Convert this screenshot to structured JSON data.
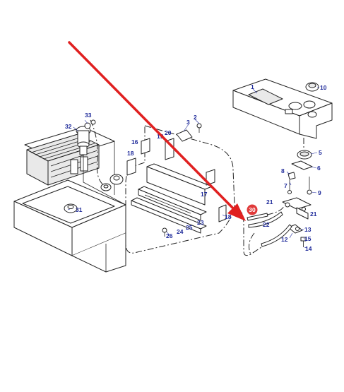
{
  "colors": {
    "arrow": "#e02020",
    "callout_text": "#1e2a9a",
    "highlight_badge": "#e03a3a",
    "line": "#222222"
  },
  "highlighted_part": "30",
  "callouts": {
    "p1": "1",
    "p2": "2",
    "p3": "3",
    "p5": "5",
    "p6": "6",
    "p7": "7",
    "p8": "8",
    "p9": "9",
    "p10": "10",
    "p12": "12",
    "p13": "13",
    "p14": "14",
    "p15": "15",
    "p16": "16",
    "p17": "17",
    "p18a": "18",
    "p18b": "18",
    "p19": "19",
    "p20": "20",
    "p21a": "21",
    "p21b": "21",
    "p22": "22",
    "p23": "23",
    "p24": "24",
    "p25": "25",
    "p26": "26",
    "p31": "31",
    "p32": "32",
    "p33": "33",
    "p30": "30"
  }
}
